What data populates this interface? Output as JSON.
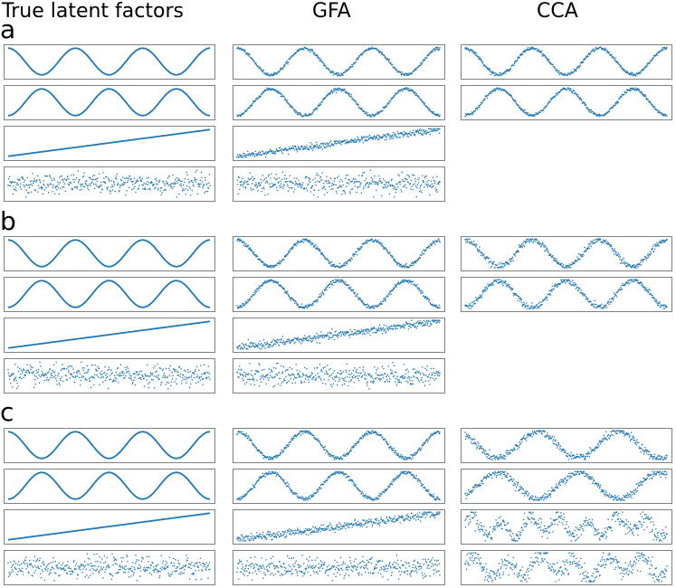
{
  "columns": [
    "True latent factors",
    "GFA",
    "CCA"
  ],
  "rows": [
    "a",
    "b",
    "c"
  ],
  "colors": {
    "series": "#1f77b4",
    "frame": "#808080"
  },
  "chart_data": {
    "type": "scatter",
    "x": [
      0,
      1
    ],
    "description_note": "",
    "panels": {
      "a": {
        "True latent factors": [
          {
            "kind": "sine",
            "cycles": 3,
            "phase": 0,
            "noise": 0,
            "style": "line"
          },
          {
            "kind": "sine",
            "cycles": 3,
            "phase": 0.5,
            "noise": 0,
            "style": "line"
          },
          {
            "kind": "linear",
            "from": -1,
            "to": 1,
            "noise": 0,
            "style": "line"
          },
          {
            "kind": "noise",
            "noise": 1,
            "style": "points"
          }
        ],
        "GFA": [
          {
            "kind": "sine",
            "cycles": 3,
            "phase": 0,
            "noise": 0.06,
            "style": "points"
          },
          {
            "kind": "sine",
            "cycles": 3,
            "phase": 0.5,
            "noise": 0.06,
            "style": "points"
          },
          {
            "kind": "linear",
            "from": -1,
            "to": 1,
            "noise": 0.12,
            "style": "points"
          },
          {
            "kind": "noise",
            "noise": 1,
            "style": "points"
          }
        ],
        "CCA": [
          {
            "kind": "sine",
            "cycles": 3,
            "phase": 0,
            "noise": 0.06,
            "style": "points"
          },
          {
            "kind": "sine",
            "cycles": 3,
            "phase": 0.5,
            "noise": 0.06,
            "style": "points"
          }
        ]
      },
      "b": {
        "True latent factors": [
          {
            "kind": "sine",
            "cycles": 3,
            "phase": 0,
            "noise": 0,
            "style": "line"
          },
          {
            "kind": "sine",
            "cycles": 3,
            "phase": 0.5,
            "noise": 0,
            "style": "line"
          },
          {
            "kind": "linear",
            "from": -1,
            "to": 1,
            "noise": 0,
            "style": "line"
          },
          {
            "kind": "noise",
            "noise": 1,
            "style": "points"
          }
        ],
        "GFA": [
          {
            "kind": "sine",
            "cycles": 3,
            "phase": 0,
            "noise": 0.08,
            "style": "points"
          },
          {
            "kind": "sine",
            "cycles": 3,
            "phase": 0.5,
            "noise": 0.08,
            "style": "points"
          },
          {
            "kind": "linear",
            "from": -1,
            "to": 1,
            "noise": 0.15,
            "style": "points"
          },
          {
            "kind": "noise",
            "noise": 1,
            "style": "points"
          }
        ],
        "CCA": [
          {
            "kind": "sine",
            "cycles": 3,
            "phase": 0,
            "noise": 0.12,
            "style": "points"
          },
          {
            "kind": "sine",
            "cycles": 3,
            "phase": 0.5,
            "noise": 0.12,
            "style": "points"
          }
        ]
      },
      "c": {
        "True latent factors": [
          {
            "kind": "sine",
            "cycles": 3,
            "phase": 0,
            "noise": 0,
            "style": "line"
          },
          {
            "kind": "sine",
            "cycles": 3,
            "phase": 0.5,
            "noise": 0,
            "style": "line"
          },
          {
            "kind": "linear",
            "from": -1,
            "to": 1,
            "noise": 0,
            "style": "line"
          },
          {
            "kind": "noise",
            "noise": 1,
            "style": "points"
          }
        ],
        "GFA": [
          {
            "kind": "sine",
            "cycles": 3,
            "phase": 0,
            "noise": 0.08,
            "style": "points"
          },
          {
            "kind": "sine",
            "cycles": 3,
            "phase": 0.5,
            "noise": 0.08,
            "style": "points"
          },
          {
            "kind": "linear",
            "from": -1,
            "to": 1,
            "noise": 0.15,
            "style": "points"
          },
          {
            "kind": "noise",
            "noise": 1,
            "style": "points"
          }
        ],
        "CCA": [
          {
            "kind": "sine",
            "cycles": 2.5,
            "phase": 0.1,
            "noise": 0.15,
            "style": "points"
          },
          {
            "kind": "sine",
            "cycles": 2.5,
            "phase": 0.6,
            "noise": 0.15,
            "style": "points"
          },
          {
            "kind": "mixed",
            "cycles": 7,
            "noise": 0.3,
            "style": "points"
          },
          {
            "kind": "mixed",
            "cycles": 6,
            "noise": 0.35,
            "style": "points"
          }
        ]
      }
    }
  }
}
